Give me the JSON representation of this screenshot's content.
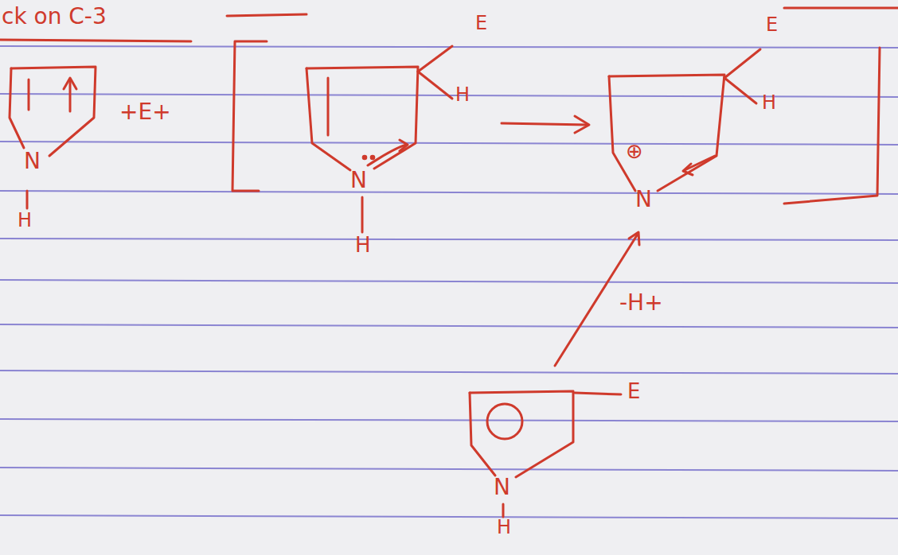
{
  "diagram": {
    "labels": [
      "ck on C-3",
      "N",
      "H",
      "+E+",
      "E",
      "H",
      "N",
      "H",
      "E",
      "H",
      "⊕",
      "N",
      "-H+",
      "E",
      "N",
      "H"
    ]
  }
}
